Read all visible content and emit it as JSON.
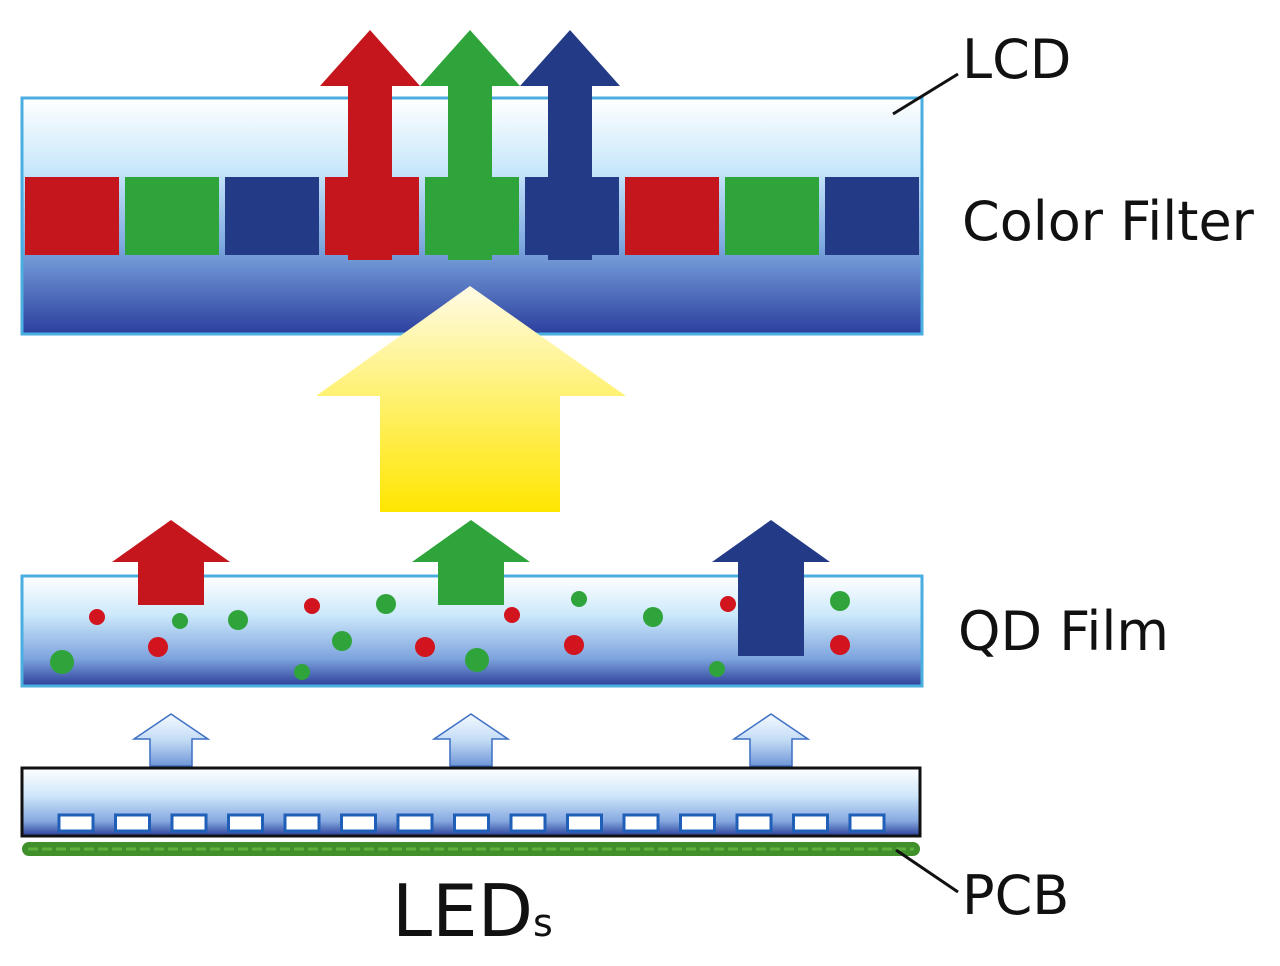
{
  "labels": {
    "lcd": "LCD",
    "color_filter": "Color Filter",
    "qd_film": "QD Film",
    "pcb": "PCB",
    "leds_main": "LED",
    "leds_suffix": "s"
  },
  "colors": {
    "red": "#c4161c",
    "green": "#2ea43a",
    "blue": "#233a86",
    "yellow": "#ffe600",
    "pcb_green": "#3f8f2a",
    "panel_border": "#4aaee0",
    "panel_dark": "#2b3f9e",
    "panel_light": "#ffffff"
  },
  "color_filter_sequence": [
    "red",
    "green",
    "blue",
    "red",
    "green",
    "blue",
    "red",
    "green",
    "blue"
  ],
  "led_count": 15
}
